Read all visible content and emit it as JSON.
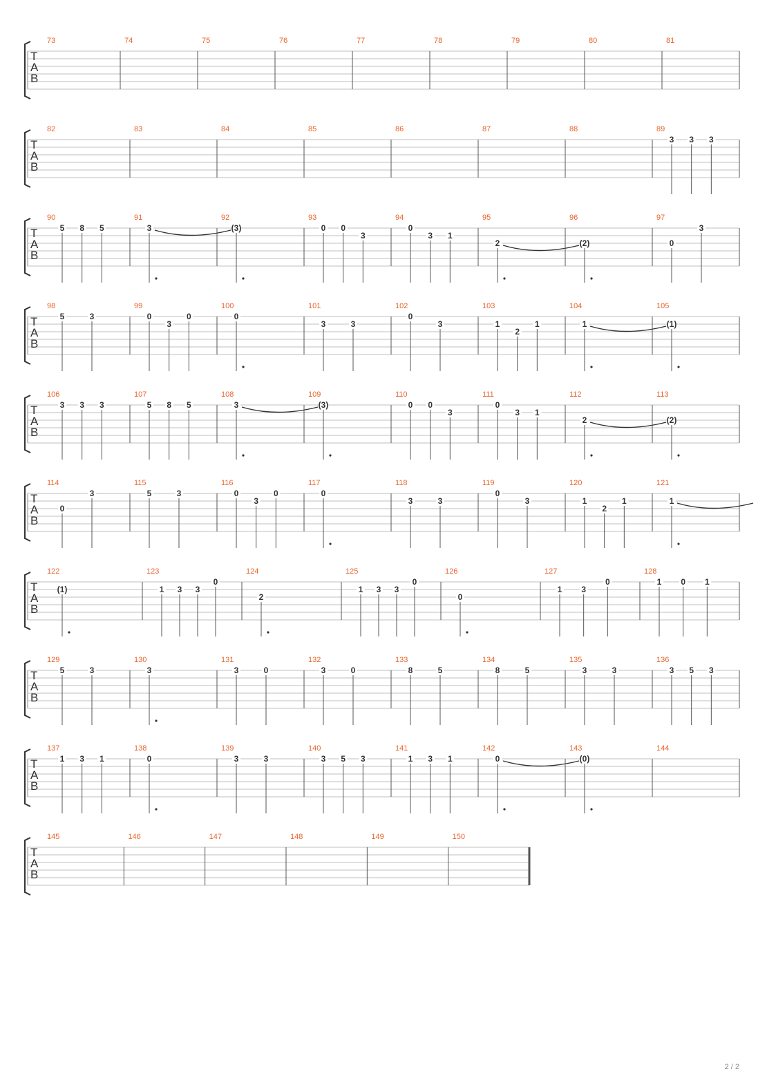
{
  "page": {
    "page_number": "2 / 2",
    "clef_letters": [
      "T",
      "A",
      "B"
    ]
  },
  "systems": [
    {
      "measures": [
        {
          "n": "73",
          "notes": []
        },
        {
          "n": "74",
          "notes": []
        },
        {
          "n": "75",
          "notes": []
        },
        {
          "n": "76",
          "notes": []
        },
        {
          "n": "77",
          "notes": []
        },
        {
          "n": "78",
          "notes": []
        },
        {
          "n": "79",
          "notes": []
        },
        {
          "n": "80",
          "notes": []
        },
        {
          "n": "81",
          "notes": []
        }
      ]
    },
    {
      "measures": [
        {
          "n": "82",
          "notes": []
        },
        {
          "n": "83",
          "notes": []
        },
        {
          "n": "84",
          "notes": []
        },
        {
          "n": "85",
          "notes": []
        },
        {
          "n": "86",
          "notes": []
        },
        {
          "n": "87",
          "notes": []
        },
        {
          "n": "88",
          "notes": []
        },
        {
          "n": "89",
          "notes": [
            {
              "s": 1,
              "f": "3"
            },
            {
              "s": 1,
              "f": "3"
            },
            {
              "s": 1,
              "f": "3"
            }
          ]
        }
      ]
    },
    {
      "measures": [
        {
          "n": "90",
          "notes": [
            {
              "s": 1,
              "f": "5"
            },
            {
              "s": 1,
              "f": "8"
            },
            {
              "s": 1,
              "f": "5"
            }
          ]
        },
        {
          "n": "91",
          "notes": [
            {
              "s": 1,
              "f": "3",
              "tie": true,
              "dot": true
            }
          ]
        },
        {
          "n": "92",
          "notes": [
            {
              "s": 1,
              "f": "(3)",
              "dot": true
            }
          ]
        },
        {
          "n": "93",
          "notes": [
            {
              "s": 1,
              "f": "0"
            },
            {
              "s": 1,
              "f": "0"
            },
            {
              "s": 2,
              "f": "3"
            }
          ]
        },
        {
          "n": "94",
          "notes": [
            {
              "s": 1,
              "f": "0"
            },
            {
              "s": 2,
              "f": "3"
            },
            {
              "s": 2,
              "f": "1"
            }
          ]
        },
        {
          "n": "95",
          "notes": [
            {
              "s": 3,
              "f": "2",
              "tie": true,
              "dot": true
            }
          ]
        },
        {
          "n": "96",
          "notes": [
            {
              "s": 3,
              "f": "(2)",
              "dot": true
            }
          ]
        },
        {
          "n": "97",
          "notes": [
            {
              "s": 3,
              "f": "0"
            },
            {
              "s": 1,
              "f": "3"
            }
          ]
        }
      ]
    },
    {
      "measures": [
        {
          "n": "98",
          "notes": [
            {
              "s": 1,
              "f": "5"
            },
            {
              "s": 1,
              "f": "3"
            }
          ]
        },
        {
          "n": "99",
          "notes": [
            {
              "s": 1,
              "f": "0"
            },
            {
              "s": 2,
              "f": "3"
            },
            {
              "s": 1,
              "f": "0"
            }
          ]
        },
        {
          "n": "100",
          "notes": [
            {
              "s": 1,
              "f": "0",
              "dot": true
            }
          ]
        },
        {
          "n": "101",
          "notes": [
            {
              "s": 2,
              "f": "3"
            },
            {
              "s": 2,
              "f": "3"
            }
          ]
        },
        {
          "n": "102",
          "notes": [
            {
              "s": 1,
              "f": "0"
            },
            {
              "s": 2,
              "f": "3"
            }
          ]
        },
        {
          "n": "103",
          "notes": [
            {
              "s": 2,
              "f": "1"
            },
            {
              "s": 3,
              "f": "2"
            },
            {
              "s": 2,
              "f": "1"
            }
          ]
        },
        {
          "n": "104",
          "notes": [
            {
              "s": 2,
              "f": "1",
              "tie": true,
              "dot": true
            }
          ]
        },
        {
          "n": "105",
          "notes": [
            {
              "s": 2,
              "f": "(1)",
              "dot": true
            }
          ]
        }
      ]
    },
    {
      "measures": [
        {
          "n": "106",
          "notes": [
            {
              "s": 1,
              "f": "3"
            },
            {
              "s": 1,
              "f": "3"
            },
            {
              "s": 1,
              "f": "3"
            }
          ]
        },
        {
          "n": "107",
          "notes": [
            {
              "s": 1,
              "f": "5"
            },
            {
              "s": 1,
              "f": "8"
            },
            {
              "s": 1,
              "f": "5"
            }
          ]
        },
        {
          "n": "108",
          "notes": [
            {
              "s": 1,
              "f": "3",
              "tie": true,
              "dot": true
            }
          ]
        },
        {
          "n": "109",
          "notes": [
            {
              "s": 1,
              "f": "(3)",
              "dot": true
            }
          ]
        },
        {
          "n": "110",
          "notes": [
            {
              "s": 1,
              "f": "0"
            },
            {
              "s": 1,
              "f": "0"
            },
            {
              "s": 2,
              "f": "3"
            }
          ]
        },
        {
          "n": "111",
          "notes": [
            {
              "s": 1,
              "f": "0"
            },
            {
              "s": 2,
              "f": "3"
            },
            {
              "s": 2,
              "f": "1"
            }
          ]
        },
        {
          "n": "112",
          "notes": [
            {
              "s": 3,
              "f": "2",
              "tie": true,
              "dot": true
            }
          ]
        },
        {
          "n": "113",
          "notes": [
            {
              "s": 3,
              "f": "(2)",
              "dot": true
            }
          ]
        }
      ]
    },
    {
      "measures": [
        {
          "n": "114",
          "notes": [
            {
              "s": 3,
              "f": "0"
            },
            {
              "s": 1,
              "f": "3"
            }
          ]
        },
        {
          "n": "115",
          "notes": [
            {
              "s": 1,
              "f": "5"
            },
            {
              "s": 1,
              "f": "3"
            }
          ]
        },
        {
          "n": "116",
          "notes": [
            {
              "s": 1,
              "f": "0"
            },
            {
              "s": 2,
              "f": "3"
            },
            {
              "s": 1,
              "f": "0"
            }
          ]
        },
        {
          "n": "117",
          "notes": [
            {
              "s": 1,
              "f": "0",
              "dot": true
            }
          ]
        },
        {
          "n": "118",
          "notes": [
            {
              "s": 2,
              "f": "3"
            },
            {
              "s": 2,
              "f": "3"
            }
          ]
        },
        {
          "n": "119",
          "notes": [
            {
              "s": 1,
              "f": "0"
            },
            {
              "s": 2,
              "f": "3"
            }
          ]
        },
        {
          "n": "120",
          "notes": [
            {
              "s": 2,
              "f": "1"
            },
            {
              "s": 3,
              "f": "2"
            },
            {
              "s": 2,
              "f": "1"
            }
          ]
        },
        {
          "n": "121",
          "notes": [
            {
              "s": 2,
              "f": "1",
              "tie": true,
              "dot": true
            }
          ]
        }
      ]
    },
    {
      "measures": [
        {
          "n": "122",
          "notes": [
            {
              "s": 2,
              "f": "(1)",
              "dot": true
            }
          ]
        },
        {
          "n": "123",
          "notes": [
            {
              "s": 2,
              "f": "1"
            },
            {
              "s": 2,
              "f": "3"
            },
            {
              "s": 2,
              "f": "3"
            },
            {
              "s": 1,
              "f": "0"
            }
          ]
        },
        {
          "n": "124",
          "notes": [
            {
              "s": 3,
              "f": "2",
              "dot": true
            }
          ]
        },
        {
          "n": "125",
          "notes": [
            {
              "s": 2,
              "f": "1"
            },
            {
              "s": 2,
              "f": "3"
            },
            {
              "s": 2,
              "f": "3"
            },
            {
              "s": 1,
              "f": "0"
            }
          ]
        },
        {
          "n": "126",
          "notes": [
            {
              "s": 3,
              "f": "0",
              "dot": true
            }
          ]
        },
        {
          "n": "127",
          "notes": [
            {
              "s": 2,
              "f": "1"
            },
            {
              "s": 2,
              "f": "3"
            },
            {
              "s": 1,
              "f": "0"
            }
          ]
        },
        {
          "n": "128",
          "notes": [
            {
              "s": 1,
              "f": "1"
            },
            {
              "s": 1,
              "f": "0"
            },
            {
              "s": 1,
              "f": "1"
            }
          ]
        }
      ]
    },
    {
      "measures": [
        {
          "n": "129",
          "notes": [
            {
              "s": 1,
              "f": "5"
            },
            {
              "s": 1,
              "f": "3"
            }
          ]
        },
        {
          "n": "130",
          "notes": [
            {
              "s": 1,
              "f": "3",
              "dot": true
            }
          ]
        },
        {
          "n": "131",
          "notes": [
            {
              "s": 1,
              "f": "3"
            },
            {
              "s": 1,
              "f": "0"
            }
          ]
        },
        {
          "n": "132",
          "notes": [
            {
              "s": 1,
              "f": "3"
            },
            {
              "s": 1,
              "f": "0"
            }
          ]
        },
        {
          "n": "133",
          "notes": [
            {
              "s": 1,
              "f": "8"
            },
            {
              "s": 1,
              "f": "5"
            }
          ]
        },
        {
          "n": "134",
          "notes": [
            {
              "s": 1,
              "f": "8"
            },
            {
              "s": 1,
              "f": "5"
            }
          ]
        },
        {
          "n": "135",
          "notes": [
            {
              "s": 1,
              "f": "3"
            },
            {
              "s": 1,
              "f": "3"
            }
          ]
        },
        {
          "n": "136",
          "notes": [
            {
              "s": 1,
              "f": "3"
            },
            {
              "s": 1,
              "f": "5"
            },
            {
              "s": 1,
              "f": "3"
            }
          ]
        }
      ]
    },
    {
      "measures": [
        {
          "n": "137",
          "notes": [
            {
              "s": 1,
              "f": "1"
            },
            {
              "s": 1,
              "f": "3"
            },
            {
              "s": 1,
              "f": "1"
            }
          ]
        },
        {
          "n": "138",
          "notes": [
            {
              "s": 1,
              "f": "0",
              "dot": true
            }
          ]
        },
        {
          "n": "139",
          "notes": [
            {
              "s": 1,
              "f": "3"
            },
            {
              "s": 1,
              "f": "3"
            }
          ]
        },
        {
          "n": "140",
          "notes": [
            {
              "s": 1,
              "f": "3"
            },
            {
              "s": 1,
              "f": "5"
            },
            {
              "s": 1,
              "f": "3"
            }
          ]
        },
        {
          "n": "141",
          "notes": [
            {
              "s": 1,
              "f": "1"
            },
            {
              "s": 1,
              "f": "3"
            },
            {
              "s": 1,
              "f": "1"
            }
          ]
        },
        {
          "n": "142",
          "notes": [
            {
              "s": 1,
              "f": "0",
              "tie": true,
              "dot": true
            }
          ]
        },
        {
          "n": "143",
          "notes": [
            {
              "s": 1,
              "f": "(0)",
              "dot": true
            }
          ]
        },
        {
          "n": "144",
          "notes": []
        }
      ]
    },
    {
      "measures": [
        {
          "n": "145",
          "notes": []
        },
        {
          "n": "146",
          "notes": []
        },
        {
          "n": "147",
          "notes": []
        },
        {
          "n": "148",
          "notes": []
        },
        {
          "n": "149",
          "notes": []
        },
        {
          "n": "150",
          "notes": []
        }
      ]
    }
  ]
}
